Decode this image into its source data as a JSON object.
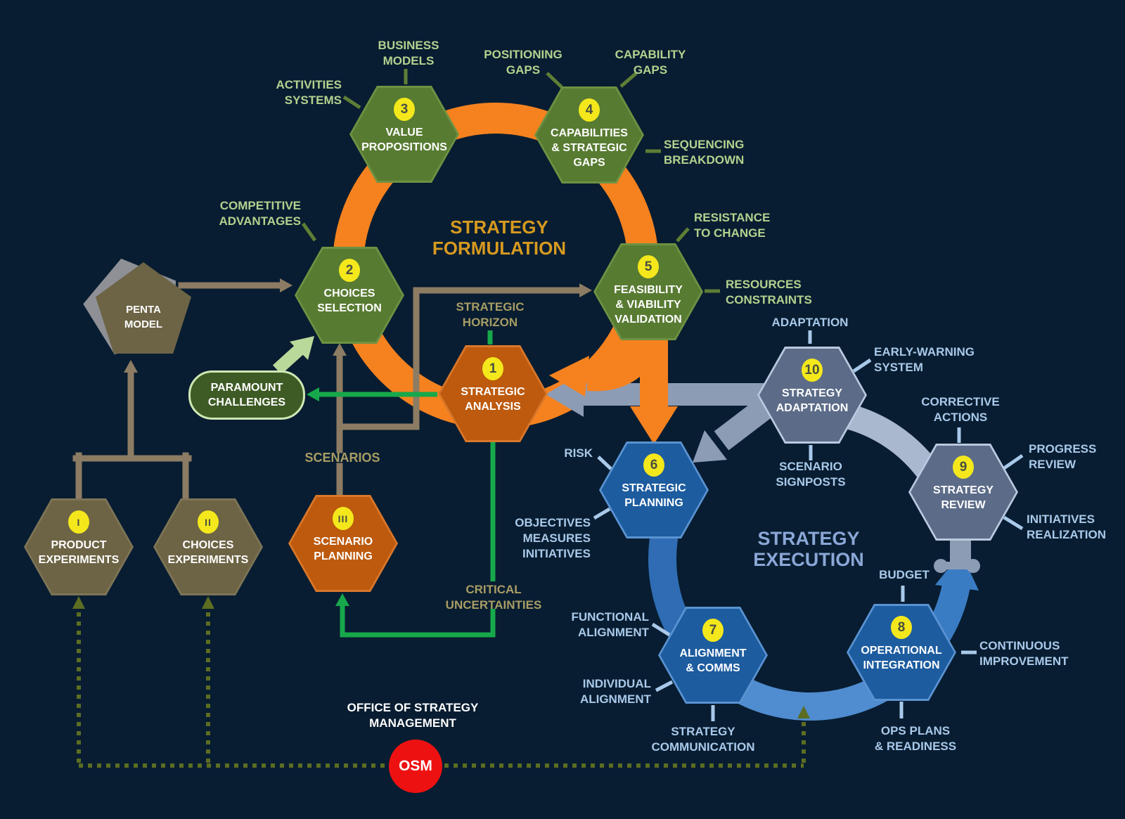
{
  "colors": {
    "background": "#081d31",
    "formulation_ring": "#f5821f",
    "execution_ring": "#2f6cb3",
    "execution_ring_light": "#4f8cd0",
    "adaptation_arrow_gray": "#8d9cb5",
    "review_arc_gray": "#aab8cf",
    "hex_green": "#587b32",
    "hex_orange": "#bd5a0e",
    "hex_blue": "#1d5c9f",
    "hex_slate": "#5c6c88",
    "hex_olive": "#6d6445",
    "number_badge": "#f4e81c",
    "label_green": "#b2d28f",
    "label_blue": "#a9c9ea",
    "label_khaki": "#a89d64",
    "title_formulation": "#d79a1f",
    "title_execution": "#8ba7d7",
    "connector_brown": "#8c7c63",
    "connector_green": "#17a84b",
    "connector_lightgreen": "#b9d99b",
    "connector_dotted_olive": "#5c6d22",
    "osm_red": "#ee1111"
  },
  "titles": {
    "formulation": "STRATEGY\nFORMULATION",
    "execution": "STRATEGY\nEXECUTION"
  },
  "hexagons": {
    "h1": {
      "number": "1",
      "label": "STRATEGIC\nANALYSIS"
    },
    "h2": {
      "number": "2",
      "label": "CHOICES\nSELECTION"
    },
    "h3": {
      "number": "3",
      "label": "VALUE\nPROPOSITIONS"
    },
    "h4": {
      "number": "4",
      "label": "CAPABILITIES\n& STRATEGIC\nGAPS"
    },
    "h5": {
      "number": "5",
      "label": "FEASIBILITY\n& VIABILITY\nVALIDATION"
    },
    "h6": {
      "number": "6",
      "label": "STRATEGIC\nPLANNING"
    },
    "h7": {
      "number": "7",
      "label": "ALIGNMENT\n& COMMS"
    },
    "h8": {
      "number": "8",
      "label": "OPERATIONAL\nINTEGRATION"
    },
    "h9": {
      "number": "9",
      "label": "STRATEGY\nREVIEW"
    },
    "h10": {
      "number": "10",
      "label": "STRATEGY\nADAPTATION"
    },
    "r1": {
      "number": "I",
      "label": "PRODUCT\nEXPERIMENTS"
    },
    "r2": {
      "number": "II",
      "label": "CHOICES\nEXPERIMENTS"
    },
    "r3": {
      "number": "III",
      "label": "SCENARIO\nPLANNING"
    }
  },
  "satellites": {
    "business_models": "BUSINESS\nMODELS",
    "activities_systems": "ACTIVITIES\nSYSTEMS",
    "positioning_gaps": "POSITIONING\nGAPS",
    "capability_gaps": "CAPABILITY\nGAPS",
    "sequencing_breakdown": "SEQUENCING\nBREAKDOWN",
    "competitive_advantages": "COMPETITIVE\nADVANTAGES",
    "resistance_to_change": "RESISTANCE\nTO CHANGE",
    "resources_constraints": "RESOURCES\nCONSTRAINTS",
    "strategic_horizon": "STRATEGIC\nHORIZON",
    "scenarios": "SCENARIOS",
    "critical_uncertainties": "CRITICAL\nUNCERTAINTIES",
    "adaptation": "ADAPTATION",
    "early_warning_system": "EARLY-WARNING\nSYSTEM",
    "scenario_signposts": "SCENARIO\nSIGNPOSTS",
    "corrective_actions": "CORRECTIVE\nACTIONS",
    "progress_review": "PROGRESS\nREVIEW",
    "initiatives_realization": "INITIATIVES\nREALIZATION",
    "risk": "RISK",
    "objectives_measures_initiatives": "OBJECTIVES\nMEASURES\nINITIATIVES",
    "functional_alignment": "FUNCTIONAL\nALIGNMENT",
    "individual_alignment": "INDIVIDUAL\nALIGNMENT",
    "strategy_communication": "STRATEGY\nCOMMUNICATION",
    "budget": "BUDGET",
    "ops_plans_readiness": "OPS PLANS\n& READINESS",
    "continuous_improvement": "CONTINUOUS\nIMPROVEMENT"
  },
  "shapes": {
    "penta_model": "PENTA\nMODEL",
    "paramount_challenges": "PARAMOUNT\nCHALLENGES"
  },
  "osm": {
    "badge": "OSM",
    "caption": "OFFICE OF STRATEGY\nMANAGEMENT"
  }
}
